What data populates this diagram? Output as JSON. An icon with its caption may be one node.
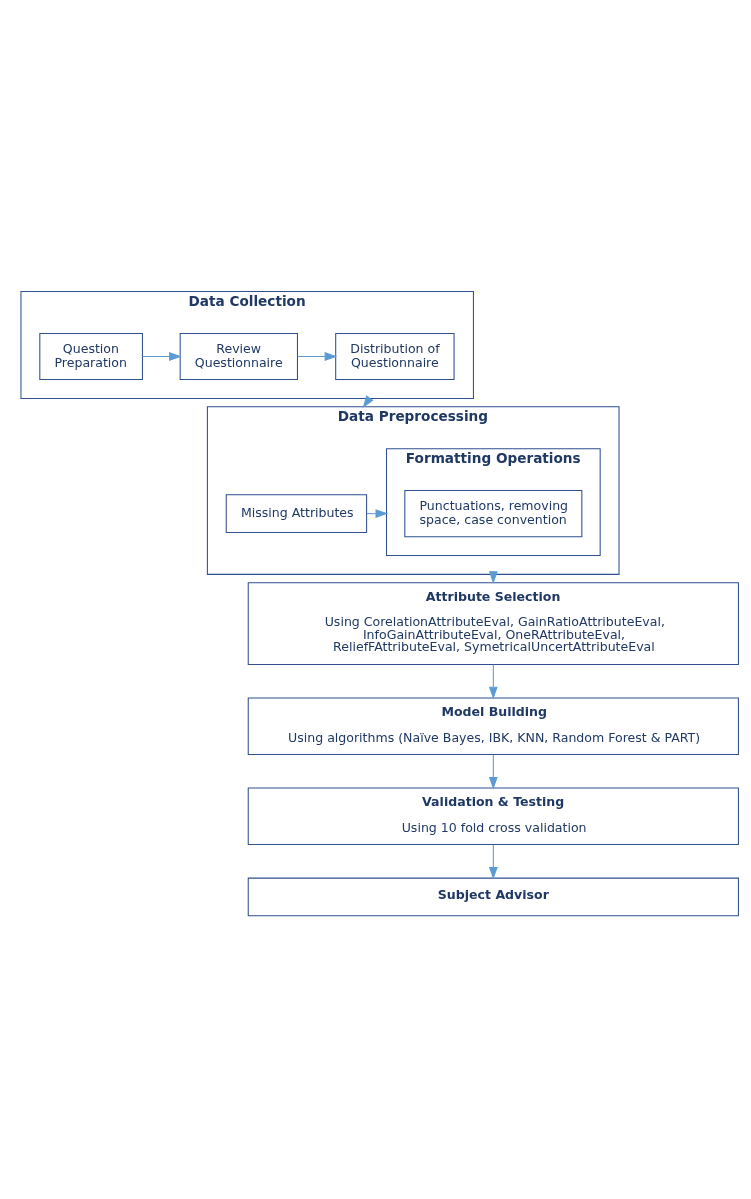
{
  "diagram": {
    "nodes": [
      {
        "text": [
          "Data Collection"
        ]
      },
      {
        "text": [
          "Question Preparation"
        ],
        "in": 0
      },
      {
        "text": [
          "Review Questionnaire"
        ],
        "in": 0
      },
      {
        "text": [
          "Distribution of Questionnaire"
        ],
        "in": 0
      },
      {
        "text": [
          "Data Preprocessing"
        ]
      },
      {
        "text": [
          "Missing Attributes"
        ],
        "in": 4
      },
      {
        "text": [
          "Formatting Operations"
        ],
        "in": 4
      },
      {
        "text": [
          "Punctuations, removing space, case convention"
        ],
        "in": 6
      },
      {
        "text": [
          "Attribute Selection",
          "Using CorelationAttributeEval, GainRatioAttributeEval, InfoGainAttributeEval, OneRAttributeEval, ReliefFAttributeEval, SymetricalUncertAttributeEval"
        ]
      },
      {
        "text": [
          "Model Building",
          "Using algorithms (Naïve Bayes, IBK, KNN, Random Forest & PART)"
        ]
      },
      {
        "text": [
          "Validation & Testing",
          "Using 10 fold cross validation"
        ]
      },
      {
        "text": [
          "Subject Advisor"
        ]
      }
    ],
    "edges": [
      {
        "from": 1,
        "to": 2,
        "arrow": "to"
      },
      {
        "from": 2,
        "to": 3,
        "arrow": "to"
      },
      {
        "from": 0,
        "to": 4,
        "arrow": "to"
      },
      {
        "from": 5,
        "to": 6,
        "arrow": "to"
      },
      {
        "from": 4,
        "to": 8,
        "arrow": "to"
      },
      {
        "from": 8,
        "to": 9,
        "arrow": "to"
      },
      {
        "from": 9,
        "to": 10,
        "arrow": "to"
      },
      {
        "from": 10,
        "to": 11,
        "arrow": "to"
      }
    ]
  }
}
